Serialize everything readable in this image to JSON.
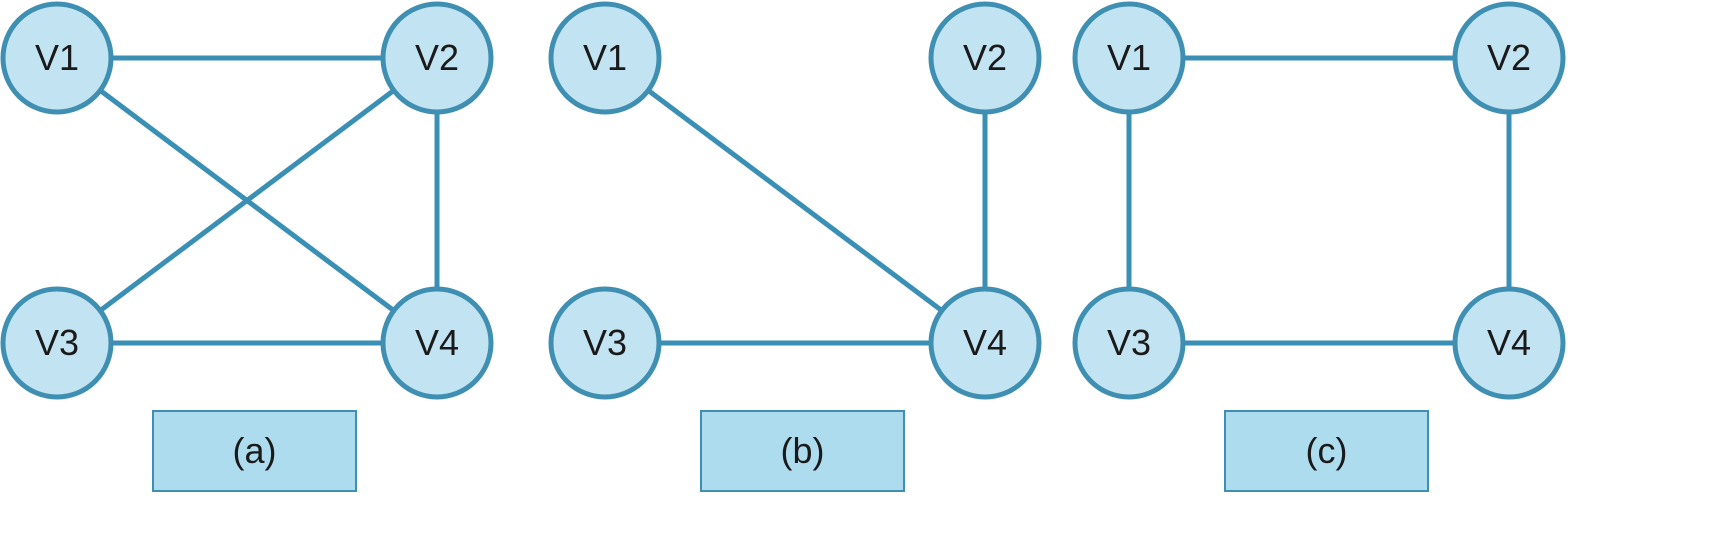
{
  "colors": {
    "node_fill": "#c2e4f2",
    "node_stroke": "#3f8fb2",
    "edge": "#3a8fb4",
    "caption_fill": "#aedcef",
    "caption_stroke": "#3f8fb2",
    "background": "#ffffff"
  },
  "graphs": [
    {
      "caption": "(a)",
      "nodes": [
        {
          "id": "V1",
          "label": "V1"
        },
        {
          "id": "V2",
          "label": "V2"
        },
        {
          "id": "V3",
          "label": "V3"
        },
        {
          "id": "V4",
          "label": "V4"
        }
      ],
      "edges": [
        [
          "V1",
          "V2"
        ],
        [
          "V1",
          "V4"
        ],
        [
          "V2",
          "V3"
        ],
        [
          "V2",
          "V4"
        ],
        [
          "V3",
          "V4"
        ]
      ]
    },
    {
      "caption": "(b)",
      "nodes": [
        {
          "id": "V1",
          "label": "V1"
        },
        {
          "id": "V2",
          "label": "V2"
        },
        {
          "id": "V3",
          "label": "V3"
        },
        {
          "id": "V4",
          "label": "V4"
        }
      ],
      "edges": [
        [
          "V1",
          "V4"
        ],
        [
          "V2",
          "V4"
        ],
        [
          "V3",
          "V4"
        ]
      ]
    },
    {
      "caption": "(c)",
      "nodes": [
        {
          "id": "V1",
          "label": "V1"
        },
        {
          "id": "V2",
          "label": "V2"
        },
        {
          "id": "V3",
          "label": "V3"
        },
        {
          "id": "V4",
          "label": "V4"
        }
      ],
      "edges": [
        [
          "V1",
          "V2"
        ],
        [
          "V1",
          "V3"
        ],
        [
          "V2",
          "V4"
        ],
        [
          "V3",
          "V4"
        ]
      ]
    }
  ]
}
